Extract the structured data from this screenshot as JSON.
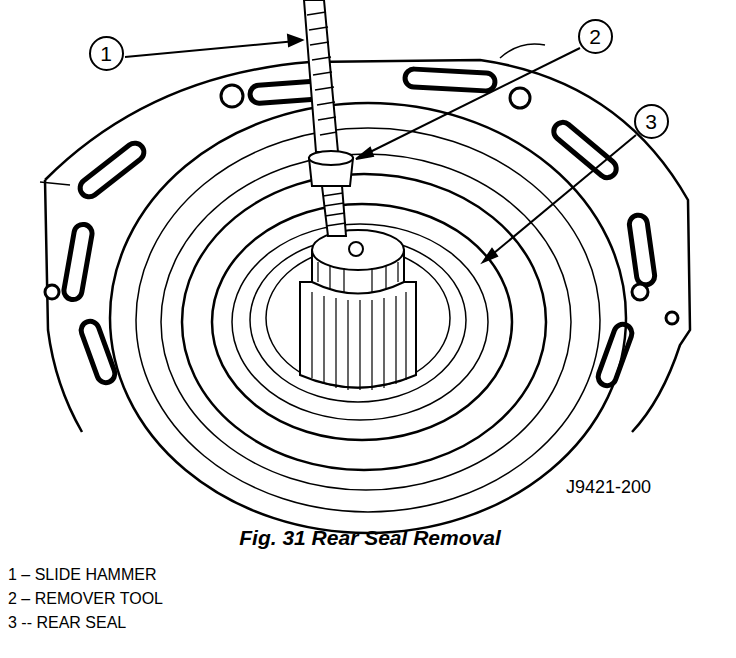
{
  "diagram": {
    "caption": "Fig. 31 Rear Seal Removal",
    "nodes": [
      {
        "text": [
          "1"
        ]
      },
      {
        "text": [
          "2"
        ]
      },
      {
        "text": [
          "3"
        ]
      }
    ],
    "labels": [
      "J9421-200",
      "1 – SLIDE HAMMER",
      "2 – REMOVER TOOL",
      "3 -- REAR SEAL"
    ]
  }
}
